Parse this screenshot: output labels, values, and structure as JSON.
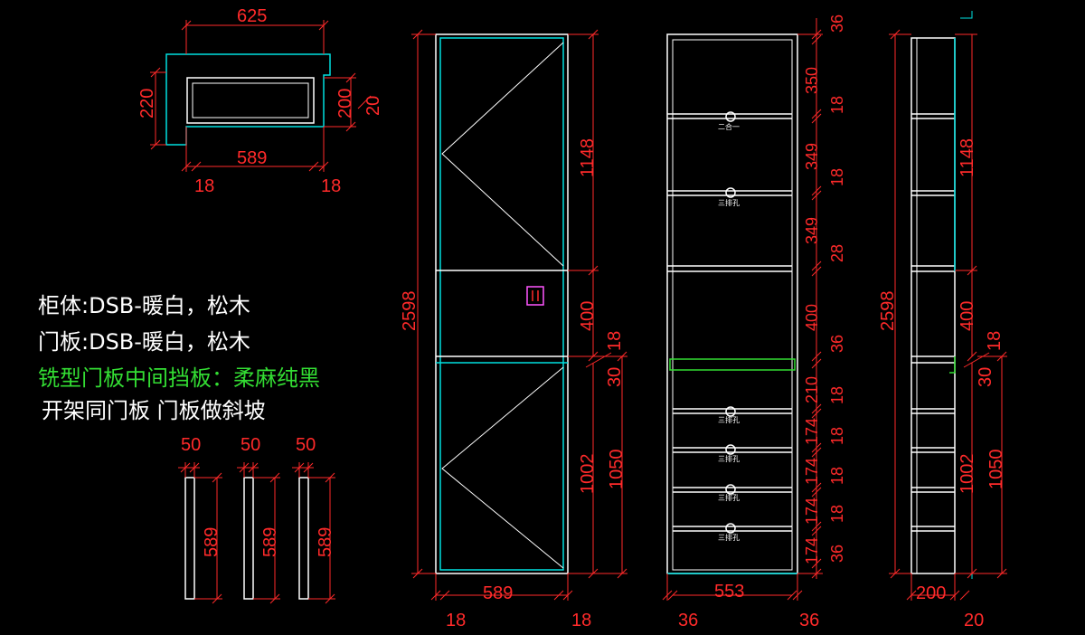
{
  "notes": {
    "line1": "柜体:DSB-暖白，松木",
    "line2": "门板:DSB-暖白，松木",
    "line3": "铣型门板中间挡板：柔麻纯黑",
    "line4": "开架同门板 门板做斜坡"
  },
  "colors": {
    "dimension": "#ff2a2a",
    "outline": "#ffffff",
    "edge": "#00e0e0",
    "note": "#ffffff",
    "highlight_note": "#33dd33",
    "background": "#000000"
  },
  "top_view": {
    "width_top": "625",
    "depth_left": "220",
    "depth_right": "200",
    "side_right": "20",
    "inner_width": "589",
    "side_left_bottom": "18",
    "side_right_bottom": "18"
  },
  "strips": {
    "widths": [
      "50",
      "50",
      "50"
    ],
    "heights": [
      "589",
      "589",
      "589"
    ]
  },
  "front_view": {
    "total_height": "2598",
    "upper_door": "1148",
    "middle": "400",
    "shelf_thk": "18",
    "gap": "30",
    "lower_door_a": "1050",
    "lower_door_b": "1002",
    "width": "589",
    "side_left": "18",
    "side_right": "18"
  },
  "interior_view": {
    "dims": [
      "36",
      "350",
      "18",
      "349",
      "18",
      "349",
      "28",
      "400",
      "36",
      "210",
      "18",
      "174",
      "18",
      "174",
      "18",
      "174",
      "18",
      "174",
      "36"
    ],
    "inner_width": "553",
    "side_left": "36",
    "side_right": "36",
    "labels": [
      "二合一",
      "三排孔",
      "三排孔",
      "三排孔",
      "三排孔",
      "三排孔"
    ]
  },
  "side_view": {
    "total_height": "2598",
    "upper": "1148",
    "middle": "400",
    "shelf_thk": "18",
    "gap": "30",
    "lower_a": "1050",
    "lower_b": "1002",
    "depth": "200",
    "back": "20"
  }
}
